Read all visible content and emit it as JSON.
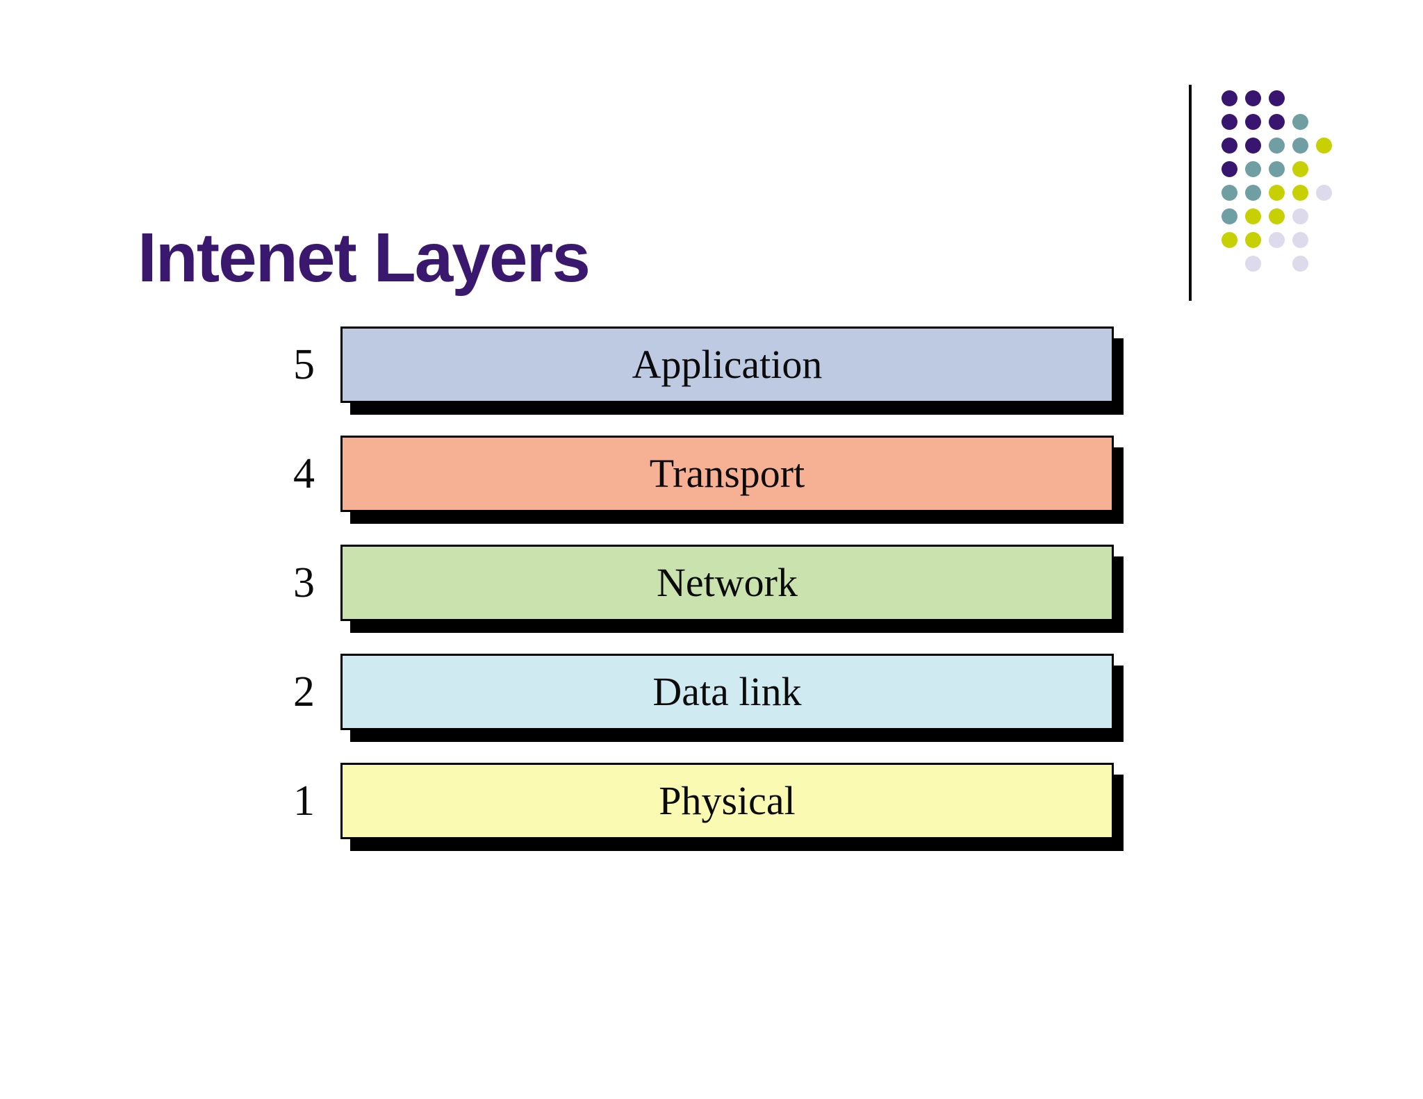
{
  "slide": {
    "title": "Intenet Layers",
    "title_color": "#3a186d",
    "background_color": "#ffffff"
  },
  "chart_data": {
    "type": "table",
    "title": "Intenet Layers",
    "description": "Stacked diagram of the five internet protocol layers, numbered bottom (1) to top (5)",
    "layers": [
      {
        "number": "5",
        "label": "Application",
        "color": "#bec9e2"
      },
      {
        "number": "4",
        "label": "Transport",
        "color": "#f6b195"
      },
      {
        "number": "3",
        "label": "Network",
        "color": "#c9e2ae"
      },
      {
        "number": "2",
        "label": "Data link",
        "color": "#d0eaf2"
      },
      {
        "number": "1",
        "label": "Physical",
        "color": "#fbfab2"
      }
    ],
    "bar_border_color": "#000000",
    "bar_shadow_color": "#000000",
    "label_text_color": "#0b0b0b"
  },
  "decoration": {
    "corner_line_color": "#0a0a0a",
    "dot_palette": {
      "P": "#38156e",
      "T": "#6f9fa2",
      "Y": "#c6d003",
      "L": "#dcdaeb"
    },
    "dot_rows": [
      "PPP..",
      "PPPT.",
      "PPTTY",
      "PTTY.",
      "TTYYL",
      "TYYL.",
      "YYLL.",
      ".L.L."
    ]
  }
}
